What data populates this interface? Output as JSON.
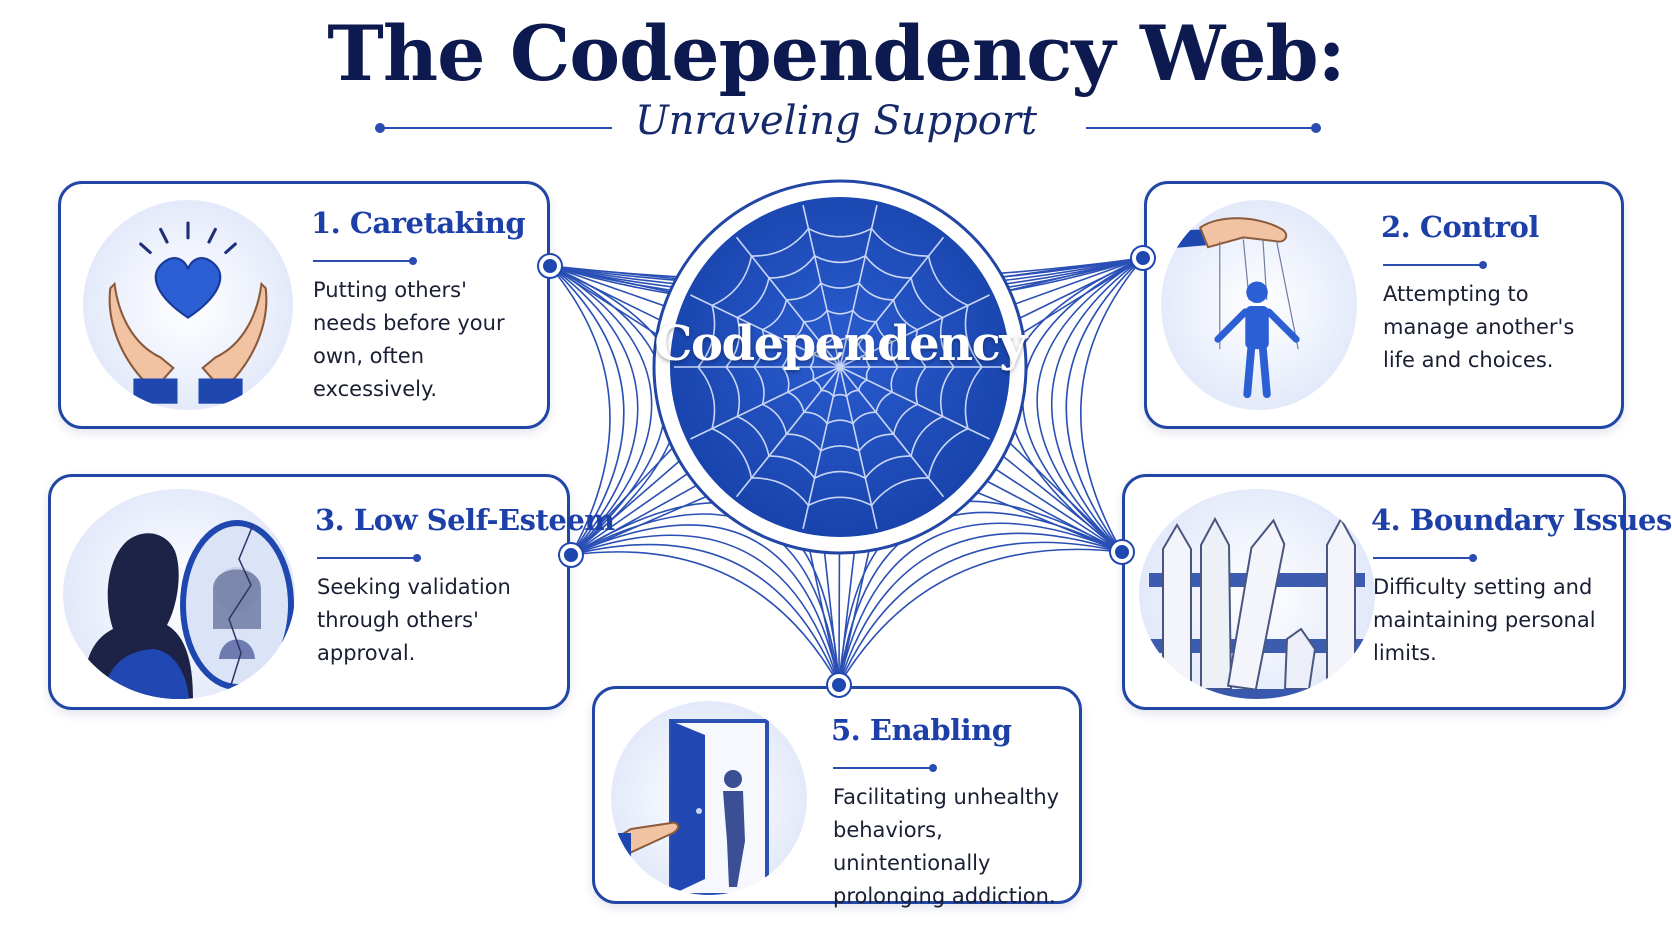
{
  "header": {
    "title": "The Codependency Web:",
    "subtitle": "Unraveling Support"
  },
  "center": {
    "label": "Codependency"
  },
  "cards": [
    {
      "title": "1. Caretaking",
      "description": "Putting others' needs before your own, often excessively.",
      "icon": "caring-hands-heart-icon"
    },
    {
      "title": "2. Control",
      "description": "Attempting to manage another's life and choices.",
      "icon": "puppet-strings-icon"
    },
    {
      "title": "3. Low Self-Esteem",
      "description": "Seeking validation through others' approval.",
      "icon": "broken-mirror-icon"
    },
    {
      "title": "4. Boundary Issues",
      "description": "Difficulty setting and maintaining personal limits.",
      "icon": "broken-fence-icon"
    },
    {
      "title": "5. Enabling",
      "description": "Facilitating unhealthy behaviors, unintentionally prolonging addiction.",
      "icon": "open-door-icon"
    }
  ],
  "colors": {
    "primary": "#1f47b0",
    "navy": "#0c1a4f",
    "accent": "#2b4cb0"
  }
}
